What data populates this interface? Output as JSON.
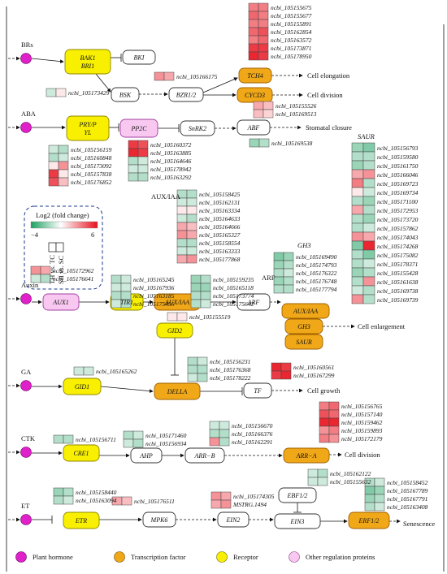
{
  "colors": {
    "hormone": "#e020c8",
    "tf": "#f0a818",
    "receptor": "#f8f000",
    "other": "#f8c8f0",
    "low": "#1ca060",
    "mid": "#ffffff",
    "high": "#e8101c"
  },
  "hormones": [
    "BRs",
    "ABA",
    "Auxin",
    "GA",
    "CTK",
    "ET"
  ],
  "nodes": {
    "bak1": "BAK1",
    "bri1": "BRI1",
    "bki": "BKI",
    "bsk": "BSK",
    "bzr": "BZR1/2",
    "tch4": "TCH4",
    "cycd3": "CYCD3",
    "pry1": "PRY/P",
    "pry2": "YL",
    "pp2c": "PP2C",
    "snrk2": "SnRK2",
    "abf": "ABF",
    "aux1": "AUX1",
    "tir1": "TIR1",
    "auxiaa": "AUX/IAA",
    "arf": "ARF",
    "auxiaa2": "AUX/IAA",
    "gh3": "GH3",
    "saur": "SAUR",
    "gid2": "GID2",
    "gid1": "GID1",
    "della": "DELLA",
    "tf": "TF",
    "cre1": "CRE1",
    "ahp": "AHP",
    "arrb": "ARR−B",
    "arra": "ARR−A",
    "etr": "ETR",
    "mpk6": "MPK6",
    "ein2": "EIN2",
    "ebf": "EBF1/2",
    "ein3": "EIN3",
    "erf": "ERF1/2"
  },
  "outcomes": [
    "Cell elongation",
    "Cell division",
    "Stomatal closure",
    "Cell enlargement",
    "Cell growth",
    "Cell division",
    "Senescence"
  ],
  "group_labels": [
    "AUX/IAA",
    "ARF",
    "GH3",
    "SAUR"
  ],
  "legend": {
    "title": "Log2 (fold change)",
    "min": "−4",
    "max": "6",
    "col1": "TH vs. TC",
    "col2": "SH vs. SC"
  },
  "key": [
    "Plant hormone",
    "Transcription factor",
    "Receptor",
    "Other regulation proteins"
  ],
  "genes": {
    "tch4": [
      "ncbi_105155675",
      "ncbi_105155677",
      "ncbi_105155891",
      "ncbi_105162854",
      "ncbi_105163572",
      "ncbi_105173871",
      "ncbi_105178950"
    ],
    "bzr": [
      "ncbi_105166175"
    ],
    "bsk": [
      "ncbi_105173429"
    ],
    "abf": [
      "ncbi_105155526",
      "ncbi_105169513"
    ],
    "abf2": [
      "ncbi_105169538"
    ],
    "pp2c": [
      "ncbi_105160372",
      "ncbi_105163885",
      "ncbi_105164646",
      "ncbi_105178942",
      "ncbi_105163292"
    ],
    "pry": [
      "ncbi_105156159",
      "ncbi_105160848",
      "ncbi_105173092",
      "ncbi_105157838",
      "ncbi_105176852"
    ],
    "auxiaa": [
      "ncbi_105158425",
      "ncbi_105162131",
      "ncbi_105163334",
      "ncbi_105164633",
      "ncbi_105164666",
      "ncbi_105165327",
      "ncbi_105158554",
      "ncbi_105163333",
      "ncbi_105177868"
    ],
    "saur": [
      "ncbi_105156793",
      "ncbi_105159580",
      "ncbi_105161750",
      "ncbi_105166046",
      "ncbi_105169723",
      "ncbi_105169734",
      "ncbi_105171100",
      "ncbi_105172953",
      "ncbi_105173720",
      "ncbi_105157862",
      "ncbi_105174043",
      "ncbi_105174268",
      "ncbi_105175082",
      "ncbi_105178371",
      "ncbi_105155428",
      "ncbi_105161638",
      "ncbi_105169738",
      "ncbi_105169739"
    ],
    "gh3": [
      "ncbi_105169490",
      "ncbi_105174793",
      "ncbi_105176322",
      "ncbi_105176748",
      "ncbi_105177794"
    ],
    "aux1": [
      "ncbi_105172962",
      "ncbi_105176641"
    ],
    "tir1": [
      "ncbi_105165245",
      "ncbi_105167936",
      "ncbi_105163185",
      "ncbi_105175456"
    ],
    "arf": [
      "ncbi_105159235",
      "ncbi_105165118",
      "ncbi_105173774",
      "ncbi_105175642"
    ],
    "gid2": [
      "ncbi_105155519"
    ],
    "gid1": [
      "ncbi_105165262"
    ],
    "della": [
      "ncbi_105156231",
      "ncbi_105176368",
      "ncbi_105178222"
    ],
    "tf": [
      "ncbi_105160561",
      "ncbi_105167299"
    ],
    "arra": [
      "ncbi_105156765",
      "ncbi_105157140",
      "ncbi_105159462",
      "ncbi_105159893",
      "ncbi_105172179"
    ],
    "ahp": [
      "ncbi_105171460",
      "ncbi_105156934"
    ],
    "cre1": [
      "ncbi_105156711"
    ],
    "arrb": [
      "ncbi_105156670",
      "ncbi_105166376",
      "ncbi_105162291"
    ],
    "ebf": [
      "ncbi_105162122",
      "ncbi_105155632"
    ],
    "erf": [
      "ncbi_105158452",
      "ncbi_105167789",
      "ncbi_105167791",
      "ncbi_105163408"
    ],
    "etr": [
      "ncbi_105158440",
      "ncbi_105163094"
    ],
    "mpk6": [
      "ncbi_105176511"
    ],
    "ein2": [
      "ncbi_105174305",
      "MSTRG.1494"
    ]
  },
  "heat": {
    "tch4": [
      [
        0.75,
        0.75
      ],
      [
        0.8,
        0.75
      ],
      [
        0.75,
        0.75
      ],
      [
        0.8,
        0.85
      ],
      [
        0.75,
        0.8
      ],
      [
        0.9,
        0.9
      ],
      [
        0.95,
        0.9
      ]
    ],
    "bzr": [
      [
        0.7,
        0.65
      ]
    ],
    "bsk": [
      [
        0.35,
        0.5
      ]
    ],
    "abf": [
      [
        0.65,
        0.6
      ],
      [
        0.6,
        0.55
      ]
    ],
    "abf2": [
      [
        0.25,
        0.3
      ]
    ],
    "pp2c": [
      [
        0.9,
        0.85
      ],
      [
        0.95,
        0.9
      ],
      [
        0.3,
        0.35
      ],
      [
        0.35,
        0.35
      ],
      [
        0.3,
        0.3
      ]
    ],
    "pry": [
      [
        0.35,
        0.3
      ],
      [
        0.3,
        0.35
      ],
      [
        0.5,
        0.7
      ],
      [
        0.9,
        0.5
      ],
      [
        0.85,
        0.6
      ]
    ],
    "auxiaa": [
      [
        0.3,
        0.3
      ],
      [
        0.35,
        0.35
      ],
      [
        0.5,
        0.5
      ],
      [
        0.35,
        0.3
      ],
      [
        0.65,
        0.6
      ],
      [
        0.7,
        0.65
      ],
      [
        0.3,
        0.3
      ],
      [
        0.35,
        0.35
      ],
      [
        0.65,
        0.7
      ]
    ],
    "saur": [
      [
        0.25,
        0.2
      ],
      [
        0.3,
        0.3
      ],
      [
        0.25,
        0.3
      ],
      [
        0.65,
        0.7
      ],
      [
        0.75,
        0.3
      ],
      [
        0.5,
        0.35
      ],
      [
        0.3,
        0.25
      ],
      [
        0.65,
        0.3
      ],
      [
        0.3,
        0.25
      ],
      [
        0.3,
        0.35
      ],
      [
        0.7,
        0.65
      ],
      [
        0.2,
        0.95
      ],
      [
        0.3,
        0.2
      ],
      [
        0.3,
        0.35
      ],
      [
        0.25,
        0.3
      ],
      [
        0.3,
        0.7
      ],
      [
        0.35,
        0.3
      ],
      [
        0.7,
        0.3
      ]
    ],
    "gh3": [
      [
        0.2,
        0.25
      ],
      [
        0.25,
        0.3
      ],
      [
        0.3,
        0.35
      ],
      [
        0.25,
        0.3
      ],
      [
        0.3,
        0.3
      ]
    ],
    "aux1": [
      [
        0.7,
        0.65
      ],
      [
        0.35,
        0.3
      ]
    ],
    "tir1": [
      [
        0.3,
        0.35
      ],
      [
        0.35,
        0.35
      ],
      [
        0.3,
        0.3
      ],
      [
        0.35,
        0.3
      ]
    ],
    "arf": [
      [
        0.25,
        0.3
      ],
      [
        0.25,
        0.25
      ],
      [
        0.3,
        0.3
      ],
      [
        0.3,
        0.35
      ]
    ],
    "gid2": [
      [
        0.5,
        0.5
      ]
    ],
    "gid1": [
      [
        0.35,
        0.35
      ]
    ],
    "della": [
      [
        0.3,
        0.35
      ],
      [
        0.3,
        0.3
      ],
      [
        0.35,
        0.3
      ]
    ],
    "tf": [
      [
        0.95,
        0.9
      ],
      [
        0.9,
        0.95
      ]
    ],
    "arra": [
      [
        0.75,
        0.8
      ],
      [
        0.85,
        0.8
      ],
      [
        0.95,
        0.95
      ],
      [
        0.7,
        0.75
      ],
      [
        0.75,
        0.7
      ]
    ],
    "ahp": [
      [
        0.3,
        0.35
      ],
      [
        0.35,
        0.3
      ]
    ],
    "cre1": [
      [
        0.3,
        0.3
      ]
    ],
    "arrb": [
      [
        0.35,
        0.35
      ],
      [
        0.3,
        0.3
      ],
      [
        0.7,
        0.3
      ]
    ],
    "ebf": [
      [
        0.35,
        0.3
      ],
      [
        0.35,
        0.35
      ]
    ],
    "erf": [
      [
        0.3,
        0.35
      ],
      [
        0.2,
        0.25
      ],
      [
        0.25,
        0.3
      ],
      [
        0.3,
        0.35
      ]
    ],
    "etr": [
      [
        0.25,
        0.3
      ],
      [
        0.3,
        0.35
      ]
    ],
    "mpk6": [
      [
        0.65,
        0.6
      ]
    ],
    "ein2": [
      [
        0.7,
        0.65
      ],
      [
        0.65,
        0.7
      ]
    ]
  }
}
